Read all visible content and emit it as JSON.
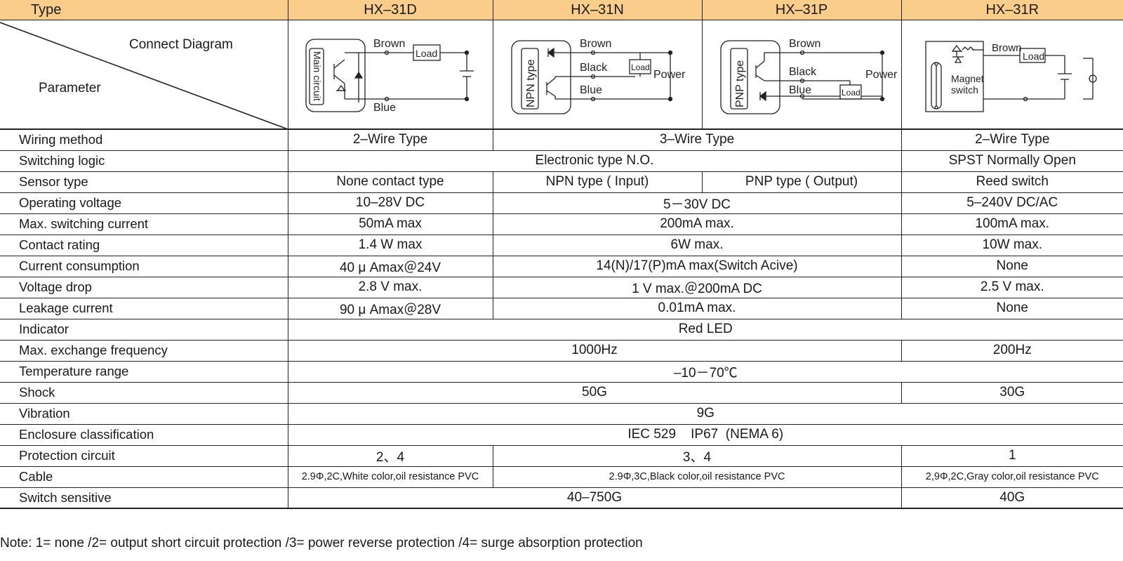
{
  "header": {
    "type_label": "Type",
    "models": [
      "HX–31D",
      "HX–31N",
      "HX–31P",
      "HX–31R"
    ]
  },
  "corner": {
    "connect_diagram": "Connect Diagram",
    "parameter": "Parameter"
  },
  "diagrams": {
    "hx31d": {
      "main_circuit": "Main circuit",
      "brown": "Brown",
      "blue": "Blue",
      "load": "Load"
    },
    "hx31n": {
      "type": "NPN type",
      "brown": "Brown",
      "black": "Black",
      "blue": "Blue",
      "load": "Load",
      "power": "Power"
    },
    "hx31p": {
      "type": "PNP type",
      "brown": "Brown",
      "black": "Black",
      "blue": "Blue",
      "load": "Load",
      "power": "Power"
    },
    "hx31r": {
      "magnet": "Magnet",
      "switch": "switch",
      "brown": "Brown",
      "load": "Load"
    }
  },
  "rows": {
    "wiring_method": {
      "label": "Wiring method",
      "d": "2–Wire Type",
      "np": "3–Wire Type",
      "r": "2–Wire Type"
    },
    "switching_logic": {
      "label": "Switching logic",
      "dnp": "Electronic type N.O.",
      "r": "SPST Normally Open"
    },
    "sensor_type": {
      "label": "Sensor type",
      "d": "None contact type",
      "n": "NPN type ( Input)",
      "p": "PNP type ( Output)",
      "r": "Reed switch"
    },
    "operating_voltage": {
      "label": "Operating voltage",
      "d": "10–28V DC",
      "np": "5－30V DC",
      "r": "5–240V DC/AC"
    },
    "max_switching_current": {
      "label": "Max. switching current",
      "d": "50mA max",
      "np": "200mA max.",
      "r": "100mA max."
    },
    "contact_rating": {
      "label": "Contact rating",
      "d": "1.4 W max",
      "np": "6W max.",
      "r": "10W max."
    },
    "current_consumption": {
      "label": "Current consumption",
      "d": "40 μ Amax＠24V",
      "np": "14(N)/17(P)mA max(Switch Acive)",
      "r": "None"
    },
    "voltage_drop": {
      "label": "Voltage drop",
      "d": "2.8 V max.",
      "np": "1 V max.＠200mA DC",
      "r": "2.5 V max."
    },
    "leakage_current": {
      "label": "Leakage current",
      "d": "90 μ Amax＠28V",
      "np": "0.01mA  max.",
      "r": "None"
    },
    "indicator": {
      "label": "Indicator",
      "all": "Red LED"
    },
    "max_exchange_frequency": {
      "label": "Max. exchange frequency",
      "dnp": "1000Hz",
      "r": "200Hz"
    },
    "temperature_range": {
      "label": "Temperature range",
      "all": "–10－70℃"
    },
    "shock": {
      "label": "Shock",
      "dnp": "50G",
      "r": "30G"
    },
    "vibration": {
      "label": "Vibration",
      "all": "9G"
    },
    "enclosure_classification": {
      "label": "Enclosure classification",
      "all": "IEC 529    IP67  (NEMA 6)"
    },
    "protection_circuit": {
      "label": "Protection circuit",
      "d": "2、4",
      "np": "3、4",
      "r": "1"
    },
    "cable": {
      "label": "Cable",
      "d": "2.9Φ,2C,White color,oil resistance PVC",
      "np": "2.9Φ,3C,Black color,oil resistance PVC",
      "r": "2,9Φ,2C,Gray color,oil resistance PVC"
    },
    "switch_sensitive": {
      "label": "Switch sensitive",
      "dnp": "40–750G",
      "r": "40G"
    }
  },
  "note": "Note: 1= none /2= output short circuit protection /3= power reverse protection /4= surge absorption protection",
  "colors": {
    "header_bg": "#fbcd8b",
    "line": "#222222"
  }
}
